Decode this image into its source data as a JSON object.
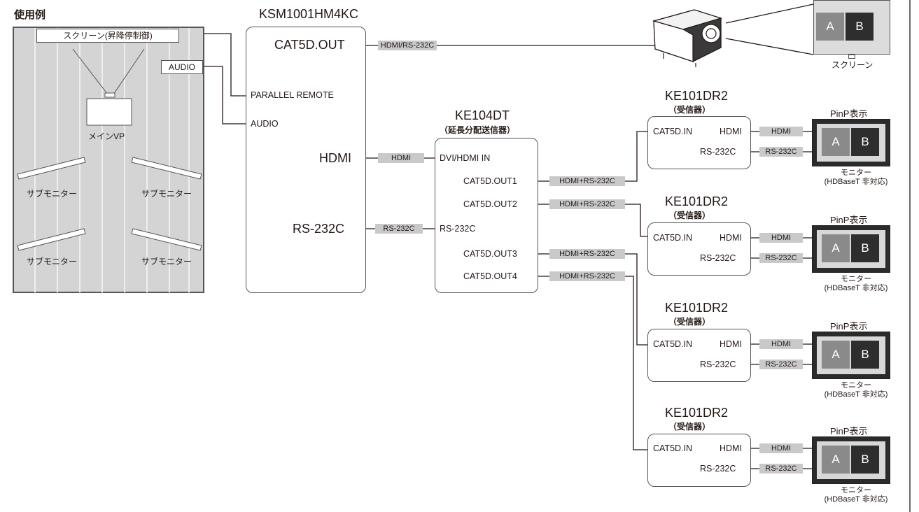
{
  "example_title": "使用例",
  "room": {
    "screen_control_label": "スクリーン(昇降停制御)",
    "audio_label": "AUDIO",
    "main_vp_label": "メインVP",
    "sub_monitor_labels": [
      "サブモニター",
      "サブモニター",
      "サブモニター",
      "サブモニター"
    ]
  },
  "ksm": {
    "model": "KSM1001HM4KC",
    "cat5d_out": "CAT5D.OUT",
    "parallel_remote": "PARALLEL REMOTE",
    "audio": "AUDIO",
    "hdmi": "HDMI",
    "rs232c": "RS-232C"
  },
  "ke104": {
    "model": "KE104DT",
    "subtitle": "（延長分配送信器）",
    "dvi_hdmi_in": "DVI/HDMI IN",
    "rs232c": "RS-232C",
    "outs": [
      "CAT5D.OUT1",
      "CAT5D.OUT2",
      "CAT5D.OUT3",
      "CAT5D.OUT4"
    ]
  },
  "tags": {
    "hdmi_rs232c_slash": "HDMI/RS-232C",
    "hdmi": "HDMI",
    "rs232c": "RS-232C",
    "hdmi_plus_rs232c": "HDMI+RS-232C"
  },
  "receivers": [
    {
      "model": "KE101DR2",
      "subtitle": "（受信器）",
      "cat5d_in": "CAT5D.IN",
      "hdmi": "HDMI",
      "rs232c": "RS-232C"
    },
    {
      "model": "KE101DR2",
      "subtitle": "（受信器）",
      "cat5d_in": "CAT5D.IN",
      "hdmi": "HDMI",
      "rs232c": "RS-232C"
    },
    {
      "model": "KE101DR2",
      "subtitle": "（受信器）",
      "cat5d_in": "CAT5D.IN",
      "hdmi": "HDMI",
      "rs232c": "RS-232C"
    },
    {
      "model": "KE101DR2",
      "subtitle": "（受信器）",
      "cat5d_in": "CAT5D.IN",
      "hdmi": "HDMI",
      "rs232c": "RS-232C"
    }
  ],
  "monitors": [
    {
      "pinp": "PinP表示",
      "a": "A",
      "b": "B",
      "name": "モニター",
      "note": "(HDBaseT 非対応)"
    },
    {
      "pinp": "PinP表示",
      "a": "A",
      "b": "B",
      "name": "モニター",
      "note": "(HDBaseT 非対応)"
    },
    {
      "pinp": "PinP表示",
      "a": "A",
      "b": "B",
      "name": "モニター",
      "note": "(HDBaseT 非対応)"
    },
    {
      "pinp": "PinP表示",
      "a": "A",
      "b": "B",
      "name": "モニター",
      "note": "(HDBaseT 非対応)"
    }
  ],
  "projector_screen": {
    "a": "A",
    "b": "B",
    "label": "スクリーン"
  }
}
